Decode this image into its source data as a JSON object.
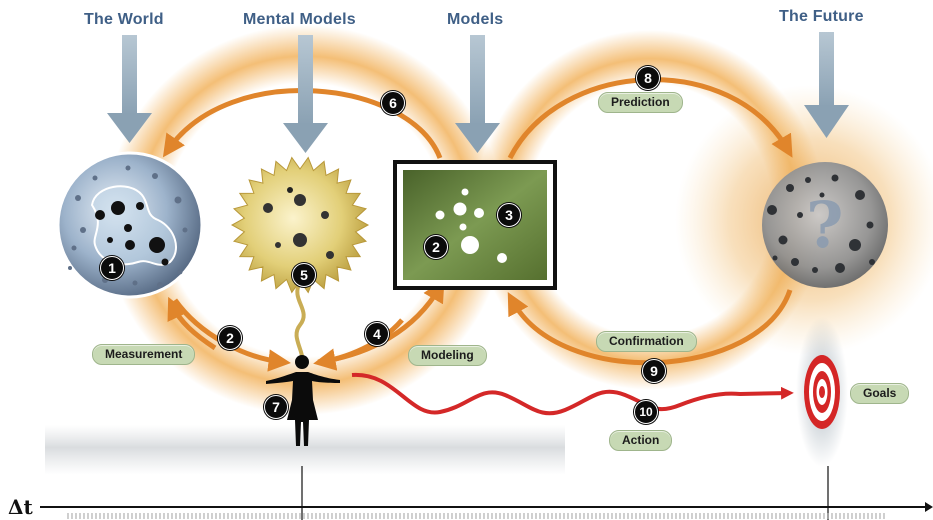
{
  "headings": {
    "world": "The World",
    "mental_models": "Mental Models",
    "models": "Models",
    "future": "The Future"
  },
  "labels": {
    "measurement": "Measurement",
    "modeling": "Modeling",
    "prediction": "Prediction",
    "confirmation": "Confirmation",
    "action": "Action",
    "goals": "Goals"
  },
  "numbers": {
    "n1": "1",
    "n2_world": "2",
    "n2_model": "2",
    "n3": "3",
    "n4": "4",
    "n5": "5",
    "n6": "6",
    "n7": "7",
    "n8": "8",
    "n9": "9",
    "n10": "10"
  },
  "question_mark": "?",
  "timeline_label": "Δt",
  "colors": {
    "heading": "#3f5f86",
    "arrow_orange": "#e0852b",
    "glow": "#f2b35e",
    "pill_fill": "#c7d9b4",
    "action_wave": "#d42828",
    "target_red": "#d42626",
    "model_panel": "#5f7a3a",
    "down_arrow": "#9fb3c2"
  }
}
